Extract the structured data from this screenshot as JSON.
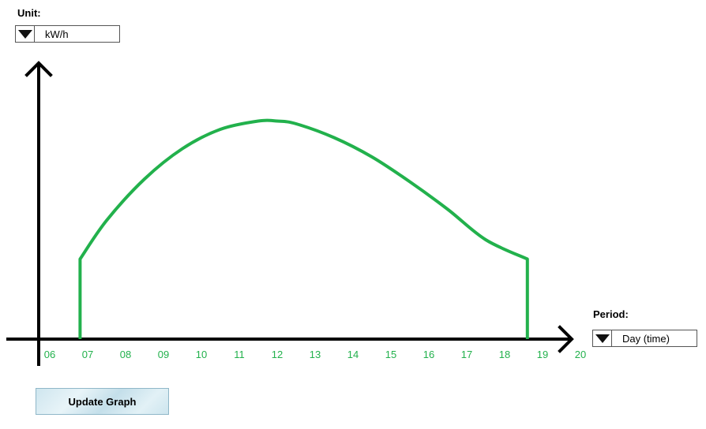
{
  "unit": {
    "label": "Unit:",
    "selected": "kW/h"
  },
  "period": {
    "label": "Period:",
    "selected": "Day (time)"
  },
  "update_button": {
    "label": "Update Graph"
  },
  "colors": {
    "axis": "#000000",
    "series": "#22b14c",
    "tick_labels": "#22b14c"
  },
  "chart_data": {
    "type": "line",
    "x_tick_labels": [
      "06",
      "07",
      "08",
      "09",
      "10",
      "11",
      "12",
      "13",
      "14",
      "15",
      "16",
      "17",
      "18",
      "19",
      "20"
    ],
    "xlim": [
      6,
      20
    ],
    "ylim": [
      0,
      1
    ],
    "ylabel": "",
    "xlabel": "",
    "grid": false,
    "series": [
      {
        "x": [
          6.8,
          6.8,
          7.5,
          8.5,
          9.5,
          10.5,
          11.5,
          12.0,
          12.5,
          13.5,
          14.5,
          15.5,
          16.5,
          17.5,
          18.6,
          18.6
        ],
        "values": [
          0,
          0.29,
          0.43,
          0.58,
          0.69,
          0.76,
          0.79,
          0.79,
          0.78,
          0.73,
          0.66,
          0.57,
          0.47,
          0.36,
          0.29,
          0
        ]
      }
    ]
  }
}
